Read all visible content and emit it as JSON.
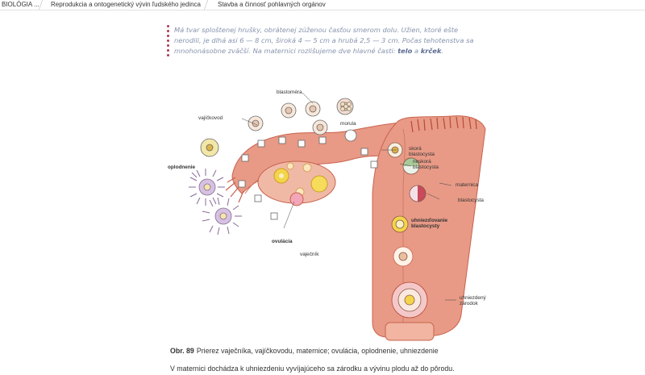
{
  "breadcrumb": [
    "BIOLÓGIA ...",
    "Reprodukcia a ontogenetický vývin ľudského jedinca",
    "Stavba a činnosť pohlavných orgánov"
  ],
  "lead": {
    "text": "Má tvar sploštenej hrušky, obrátenej zúženou časťou smerom dolu. Užien, ktoré ešte nerodili, je dlhá asi 6 — 8 cm, široká 4 — 5 cm a hrubá 2,5 — 3 cm. Počas tehotenstva sa mnohonásobne zväčší. Na maternici rozlišujeme dve hlavné časti: ",
    "term1": "telo",
    "conj": " a ",
    "term2": "krček",
    "end": "."
  },
  "figure": {
    "labels": {
      "blastomera": "blastoméra",
      "vajickovod": "vajíčkovod",
      "morula": "morula",
      "oplodnenie": "oplodnenie",
      "skora": "skorá blastocysta",
      "neskora": "neskorá blastocysta",
      "maternica": "maternica",
      "blastocysta": "blastocysta",
      "uhniezdovanie": "uhniezďovanie blastocysty",
      "ovulacia": "ovulácia",
      "vajecnik": "vaječník",
      "zarodok": "uhniezdený zárodok"
    }
  },
  "caption": {
    "number": "Obr. 89",
    "text": "Prierez vaječníka, vajíčkovodu, maternice; ovulácia, oplodnenie, uhniezdenie"
  },
  "body_text": "V maternici dochádza k uhniezdeniu vyvíjajúceho sa zárodku a vývinu plodu až do pôrodu.",
  "colors": {
    "lead_text": "#8794ae",
    "accent_dots": "#a83a53",
    "tissue": "#e89a86",
    "tissue_dark": "#c9624d"
  }
}
